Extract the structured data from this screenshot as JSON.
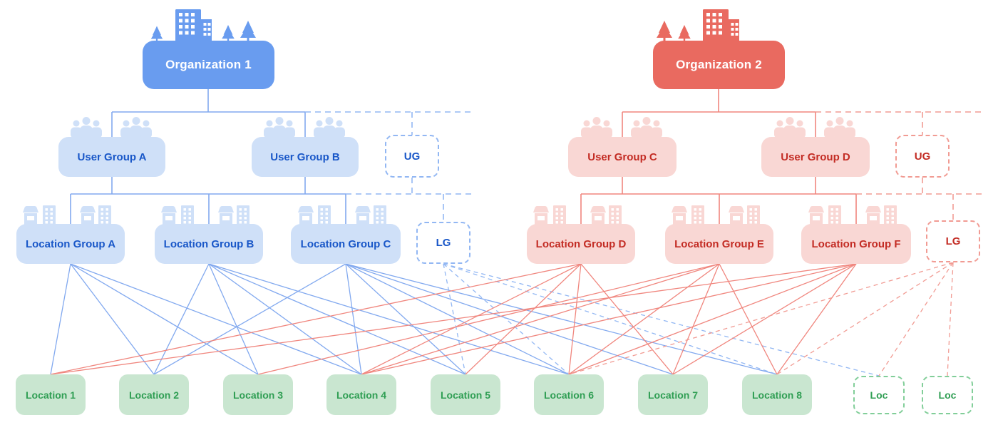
{
  "diagram": {
    "organizations": {
      "org1": "Organization 1",
      "org2": "Organization 2"
    },
    "user_groups": {
      "a": "User Group A",
      "b": "User Group B",
      "c": "User Group C",
      "d": "User Group D"
    },
    "location_groups": {
      "a": "Location Group A",
      "b": "Location Group B",
      "c": "Location Group C",
      "d": "Location Group D",
      "e": "Location Group E",
      "f": "Location Group F"
    },
    "locations": {
      "l1": "Location 1",
      "l2": "Location 2",
      "l3": "Location 3",
      "l4": "Location 4",
      "l5": "Location 5",
      "l6": "Location 6",
      "l7": "Location 7",
      "l8": "Location 8"
    },
    "placeholders": {
      "user_group": "UG",
      "location_group": "LG",
      "location": "Loc"
    },
    "connections": [
      {
        "from": "lga",
        "to": "l1",
        "color": "blue",
        "style": "solid"
      },
      {
        "from": "lga",
        "to": "l2",
        "color": "blue",
        "style": "solid"
      },
      {
        "from": "lga",
        "to": "l3",
        "color": "blue",
        "style": "solid"
      },
      {
        "from": "lga",
        "to": "l4",
        "color": "blue",
        "style": "solid"
      },
      {
        "from": "lgb",
        "to": "l2",
        "color": "blue",
        "style": "solid"
      },
      {
        "from": "lgb",
        "to": "l3",
        "color": "blue",
        "style": "solid"
      },
      {
        "from": "lgb",
        "to": "l4",
        "color": "blue",
        "style": "solid"
      },
      {
        "from": "lgb",
        "to": "l5",
        "color": "blue",
        "style": "solid"
      },
      {
        "from": "lgb",
        "to": "l6",
        "color": "blue",
        "style": "solid"
      },
      {
        "from": "lgc",
        "to": "l2",
        "color": "blue",
        "style": "solid"
      },
      {
        "from": "lgc",
        "to": "l4",
        "color": "blue",
        "style": "solid"
      },
      {
        "from": "lgc",
        "to": "l5",
        "color": "blue",
        "style": "solid"
      },
      {
        "from": "lgc",
        "to": "l6",
        "color": "blue",
        "style": "solid"
      },
      {
        "from": "lgc",
        "to": "l7",
        "color": "blue",
        "style": "solid"
      },
      {
        "from": "lgc",
        "to": "l8",
        "color": "blue",
        "style": "solid"
      },
      {
        "from": "lgph_b",
        "to": "l5",
        "color": "blue",
        "style": "dashed"
      },
      {
        "from": "lgph_b",
        "to": "l6",
        "color": "blue",
        "style": "dashed"
      },
      {
        "from": "lgph_b",
        "to": "l8",
        "color": "blue",
        "style": "dashed"
      },
      {
        "from": "lgph_b",
        "to": "locph1",
        "color": "blue",
        "style": "dashed"
      },
      {
        "from": "lgd",
        "to": "l1",
        "color": "red",
        "style": "solid"
      },
      {
        "from": "lgd",
        "to": "l4",
        "color": "red",
        "style": "solid"
      },
      {
        "from": "lgd",
        "to": "l5",
        "color": "red",
        "style": "solid"
      },
      {
        "from": "lgd",
        "to": "l6",
        "color": "red",
        "style": "solid"
      },
      {
        "from": "lgd",
        "to": "l7",
        "color": "red",
        "style": "solid"
      },
      {
        "from": "lge",
        "to": "l3",
        "color": "red",
        "style": "solid"
      },
      {
        "from": "lge",
        "to": "l4",
        "color": "red",
        "style": "solid"
      },
      {
        "from": "lge",
        "to": "l6",
        "color": "red",
        "style": "solid"
      },
      {
        "from": "lge",
        "to": "l7",
        "color": "red",
        "style": "solid"
      },
      {
        "from": "lge",
        "to": "l8",
        "color": "red",
        "style": "solid"
      },
      {
        "from": "lgf",
        "to": "l1",
        "color": "red",
        "style": "solid"
      },
      {
        "from": "lgf",
        "to": "l4",
        "color": "red",
        "style": "solid"
      },
      {
        "from": "lgf",
        "to": "l6",
        "color": "red",
        "style": "solid"
      },
      {
        "from": "lgf",
        "to": "l7",
        "color": "red",
        "style": "solid"
      },
      {
        "from": "lgf",
        "to": "l8",
        "color": "red",
        "style": "solid"
      },
      {
        "from": "lgph_r",
        "to": "l6",
        "color": "red",
        "style": "dashed"
      },
      {
        "from": "lgph_r",
        "to": "l8",
        "color": "red",
        "style": "dashed"
      },
      {
        "from": "lgph_r",
        "to": "locph1",
        "color": "red",
        "style": "dashed"
      },
      {
        "from": "lgph_r",
        "to": "locph2",
        "color": "red",
        "style": "dashed"
      }
    ]
  },
  "colors": {
    "blue": "#699CEF",
    "blue_light": "#CFE0F8",
    "blue_text": "#1957C8",
    "blue_line": "#82A9EF",
    "blue_dash": "#92B7F3",
    "red": "#E96A60",
    "red_light": "#F9D7D4",
    "red_text": "#C32C24",
    "red_line": "#F0867E",
    "red_dash": "#F19B93",
    "green_light": "#C9E6D0",
    "green_text": "#2F9E53",
    "green_border": "#82CE99"
  }
}
